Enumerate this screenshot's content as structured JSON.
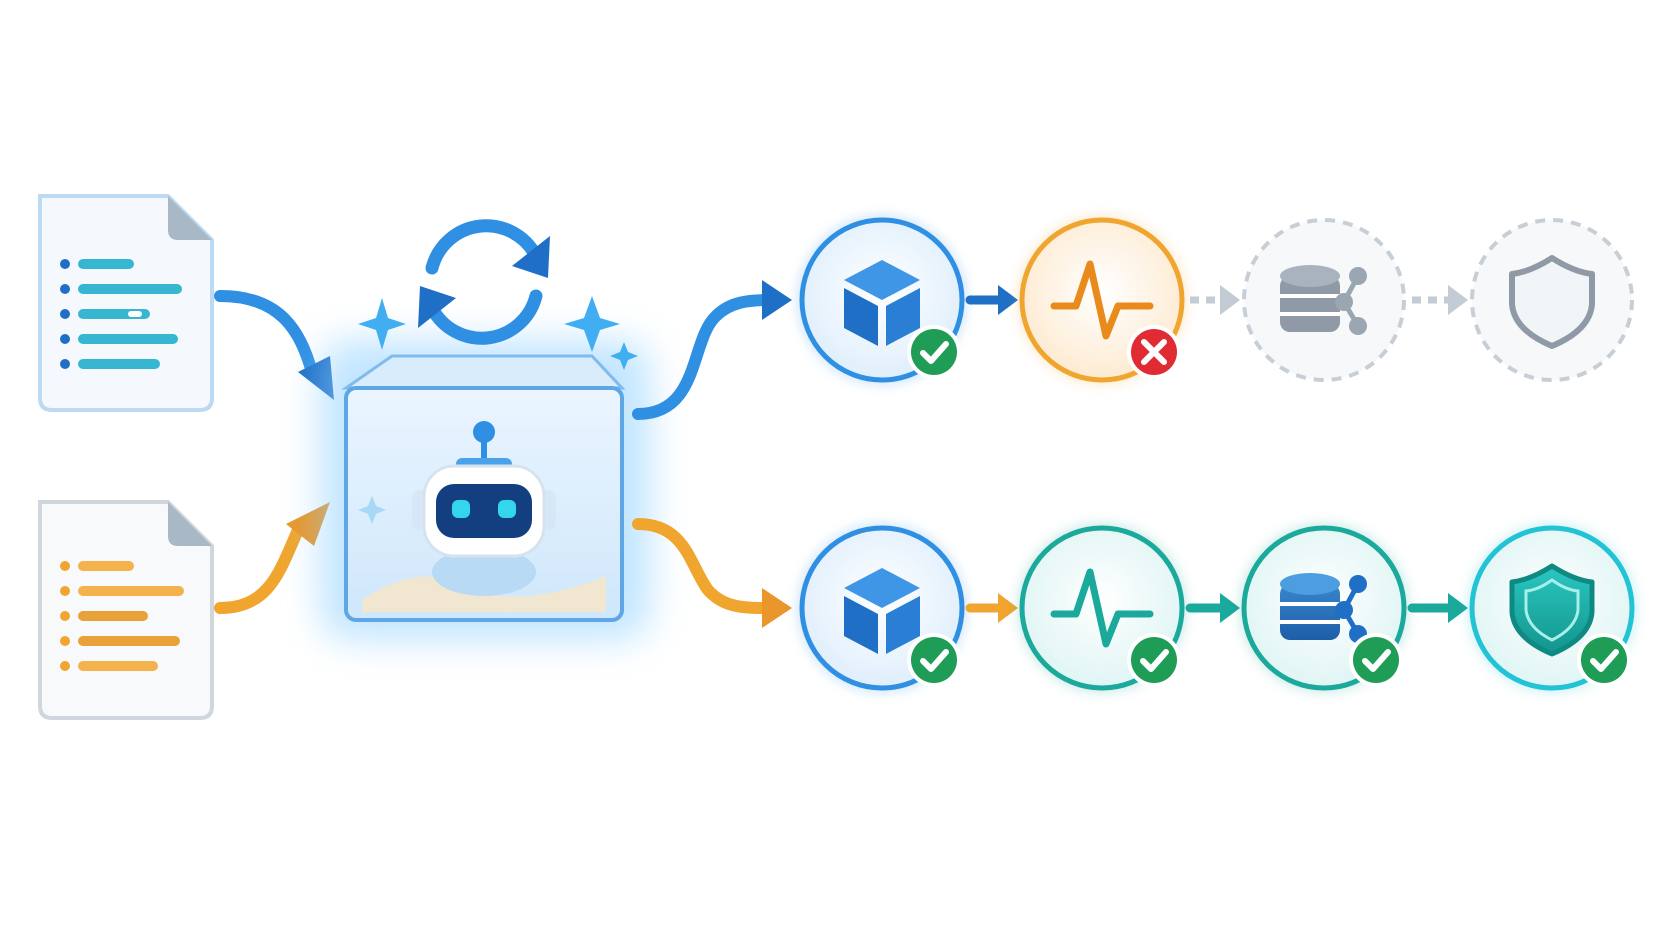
{
  "colors": {
    "blue": "#2f8fe3",
    "blue_dark": "#1f6fc6",
    "orange": "#f0a52e",
    "teal": "#1aa99a",
    "cyan": "#22c3d4",
    "green": "#1f9d57",
    "red": "#e02b33",
    "gray": "#9eaab6"
  },
  "inputs": [
    {
      "id": "doc-blue",
      "color": "blue",
      "icon": "document-icon"
    },
    {
      "id": "doc-orange",
      "color": "orange",
      "icon": "document-icon"
    }
  ],
  "sandbox": {
    "icons": [
      "refresh-icon",
      "robot-icon",
      "sparkle-icon"
    ]
  },
  "pipelines": [
    {
      "id": "pipeline-blue",
      "color": "blue",
      "stages": [
        {
          "icon": "cube-icon",
          "state": "pass",
          "style": "solid"
        },
        {
          "icon": "pulse-icon",
          "state": "fail",
          "style": "solid"
        },
        {
          "icon": "database-share-icon",
          "state": "pending",
          "style": "dashed"
        },
        {
          "icon": "shield-icon",
          "state": "pending",
          "style": "dashed"
        }
      ]
    },
    {
      "id": "pipeline-orange",
      "color": "orange",
      "stages": [
        {
          "icon": "cube-icon",
          "state": "pass",
          "style": "solid"
        },
        {
          "icon": "pulse-icon",
          "state": "pass",
          "style": "solid"
        },
        {
          "icon": "database-share-icon",
          "state": "pass",
          "style": "solid"
        },
        {
          "icon": "shield-icon",
          "state": "pass",
          "style": "solid"
        }
      ]
    }
  ]
}
